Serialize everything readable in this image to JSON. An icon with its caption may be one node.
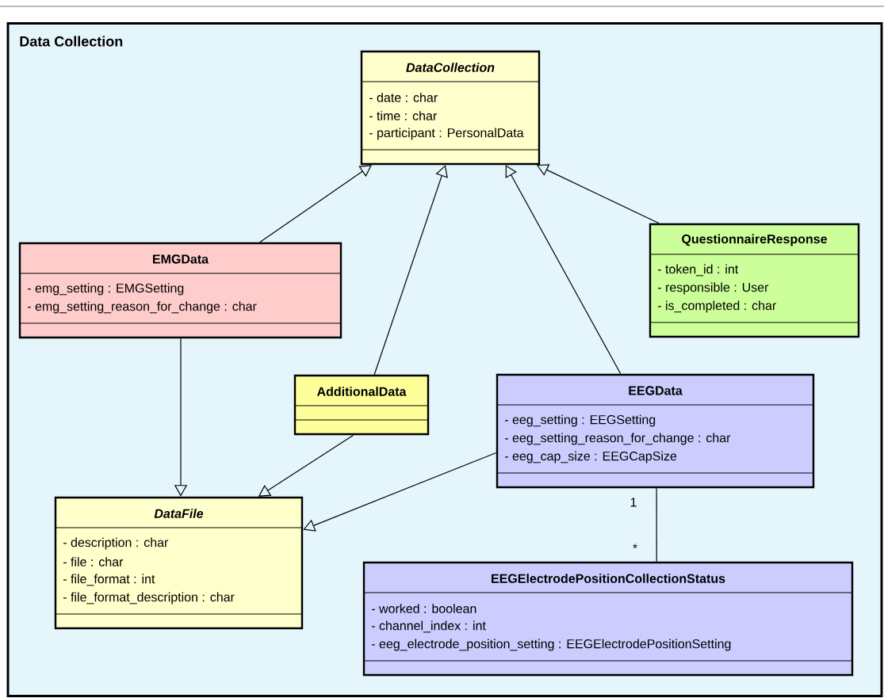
{
  "diagram": {
    "nodes": [
      {
        "text": [
          "Data Collection"
        ]
      },
      {
        "text": [
          "DataCollection",
          "- date : char",
          "- time : char",
          "- participant : PersonalData"
        ],
        "in": 0
      },
      {
        "text": [
          "EMGData",
          "- emg_setting : EMGSetting",
          "- emg_setting_reason_for_change : char"
        ],
        "in": 0
      },
      {
        "text": [
          "QuestionnaireResponse",
          "- token_id : int",
          "- responsible : User",
          "- is_completed : char"
        ],
        "in": 0
      },
      {
        "text": [
          "AdditionalData"
        ],
        "in": 0
      },
      {
        "text": [
          "EEGData",
          "- eeg_setting : EEGSetting",
          "- eeg_setting_reason_for_change : char",
          "- eeg_cap_size : EEGCapSize"
        ],
        "in": 0
      },
      {
        "text": [
          "DataFile",
          "- description : char",
          "- file : char",
          "- file_format : int",
          "- file_format_description : char"
        ],
        "in": 0
      },
      {
        "text": [
          "EEGElectrodePositionCollectionStatus",
          "- worked : boolean",
          "- channel_index : int",
          "- eeg_electrode_position_setting : EEGElectrodePositionSetting"
        ],
        "in": 0
      }
    ],
    "edges": [
      {
        "from": 2,
        "to": 1,
        "arrow": "to"
      },
      {
        "from": 4,
        "to": 1,
        "arrow": "to"
      },
      {
        "from": 5,
        "to": 1,
        "arrow": "to"
      },
      {
        "from": 3,
        "to": 1,
        "arrow": "to"
      },
      {
        "from": 2,
        "to": 6,
        "arrow": "to"
      },
      {
        "from": 4,
        "to": 6,
        "arrow": "to"
      },
      {
        "from": 5,
        "to": 6,
        "arrow": "to"
      },
      {
        "from": 5,
        "to": 7,
        "arrow": "none"
      }
    ],
    "labels": [
      "1",
      "*"
    ]
  }
}
